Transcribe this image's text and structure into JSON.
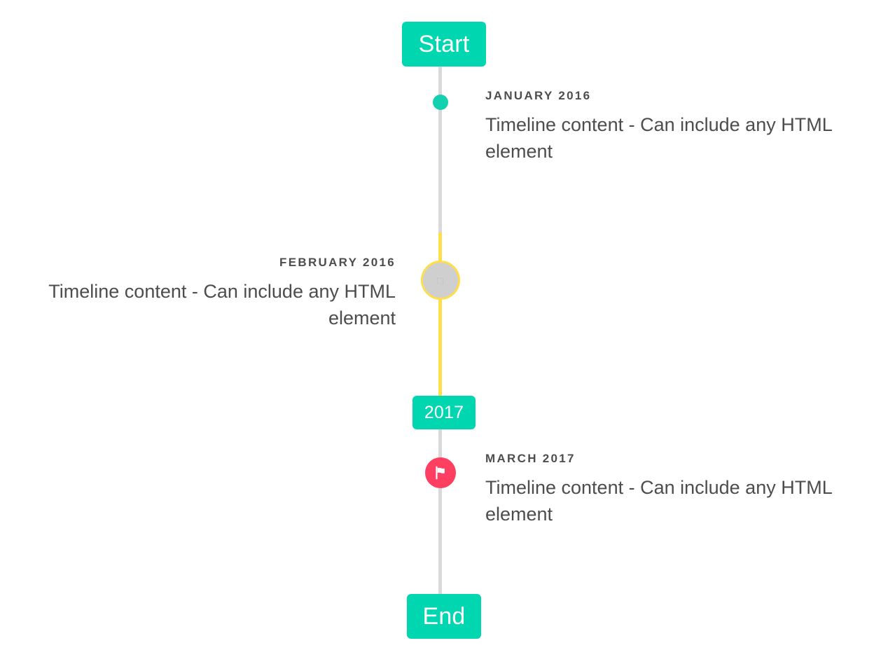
{
  "timeline": {
    "start_label": "Start",
    "mid_label": "2017",
    "end_label": "End",
    "colors": {
      "accent_teal": "#00d7b0",
      "marker_teal": "#13d1ae",
      "line_grey": "#d9d9d9",
      "line_yellow": "#ffde4d",
      "marker_grey": "#cfcfcf",
      "marker_pink": "#ff3f62",
      "text": "#4d4d4d"
    },
    "events": [
      {
        "date": "JANUARY 2016",
        "content": "Timeline content - Can include any HTML element",
        "side": "right",
        "marker": "dot-icon"
      },
      {
        "date": "FEBRUARY 2016",
        "content": "Timeline content - Can include any HTML element",
        "side": "left",
        "marker": "broken-image-icon",
        "marker_glyph": "⬚"
      },
      {
        "date": "MARCH 2017",
        "content": "Timeline content - Can include any HTML element",
        "side": "right",
        "marker": "flag-icon"
      }
    ]
  }
}
